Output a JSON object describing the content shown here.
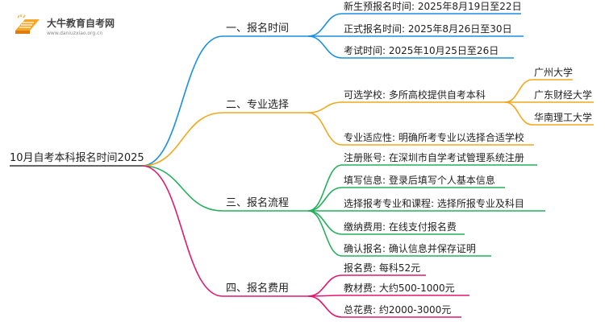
{
  "logo": {
    "title": "大牛教育自考网",
    "url": "www.daniuzxiao.org.cn"
  },
  "root": "10月自考本科报名时间2025",
  "branches": [
    {
      "label": "一、报名时间",
      "color": "#1a8fe3",
      "children": [
        {
          "label": "新生预报名时间: 2025年8月19日至22日"
        },
        {
          "label": "正式报名时间: 2025年8月26日至30日"
        },
        {
          "label": "考试时间: 2025年10月25日至26日"
        }
      ]
    },
    {
      "label": "二、专业选择",
      "color": "#f2a81d",
      "children": [
        {
          "label": "可选学校: 多所高校提供自考本科",
          "children": [
            "广州大学",
            "广东财经大学",
            "华南理工大学"
          ]
        },
        {
          "label": "专业适应性: 明确所考专业以选择合适学校"
        }
      ]
    },
    {
      "label": "三、报名流程",
      "color": "#22b15a",
      "children": [
        {
          "label": "注册账号: 在深圳市自学考试管理系统注册"
        },
        {
          "label": "填写信息: 登录后填写个人基本信息"
        },
        {
          "label": "选择报考专业和课程: 选择所报专业及科目"
        },
        {
          "label": "缴纳费用: 在线支付报名费"
        },
        {
          "label": "确认报名: 确认信息并保存证明"
        }
      ]
    },
    {
      "label": "四、报名费用",
      "color": "#e2186c",
      "children": [
        {
          "label": "报名费: 每科52元"
        },
        {
          "label": "教材费: 大约500-1000元"
        },
        {
          "label": "总花费: 约2000-3000元"
        }
      ]
    }
  ]
}
